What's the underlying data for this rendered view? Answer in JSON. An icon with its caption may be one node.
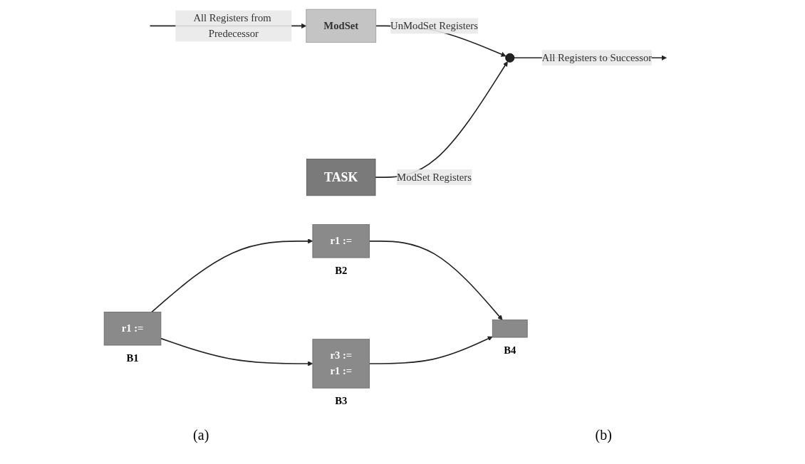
{
  "diagram": {
    "nodes": [
      {
        "text": [
          "TASK"
        ]
      },
      {
        "text": [
          "ModSet"
        ]
      },
      {
        "text": [],
        "shape": "circle"
      },
      {
        "text": [
          "r1 :="
        ],
        "beside": [
          "B1"
        ]
      },
      {
        "text": [
          "r1 :="
        ],
        "beside": [
          "B2"
        ]
      },
      {
        "text": [
          "r3 :=",
          "r1 :="
        ],
        "beside": [
          "B3"
        ]
      },
      {
        "text": [],
        "shape": "box",
        "beside": [
          "B4"
        ]
      }
    ],
    "edges": [
      {
        "from": null,
        "to": 1,
        "arrow": "to",
        "label": "All Registers from Predecessor"
      },
      {
        "from": 1,
        "to": 2,
        "arrow": "to",
        "label": "UnModSet Registers"
      },
      {
        "from": 0,
        "to": 2,
        "arrow": "to",
        "label": "ModSet Registers"
      },
      {
        "from": 2,
        "to": null,
        "arrow": "to",
        "label": "All Registers to Successor"
      },
      {
        "from": 3,
        "to": 4,
        "arrow": "to"
      },
      {
        "from": 3,
        "to": 5,
        "arrow": "to"
      },
      {
        "from": 4,
        "to": 6,
        "arrow": "to"
      },
      {
        "from": 5,
        "to": 6,
        "arrow": "to"
      }
    ],
    "labels": [
      "(a)",
      "(b)"
    ]
  }
}
